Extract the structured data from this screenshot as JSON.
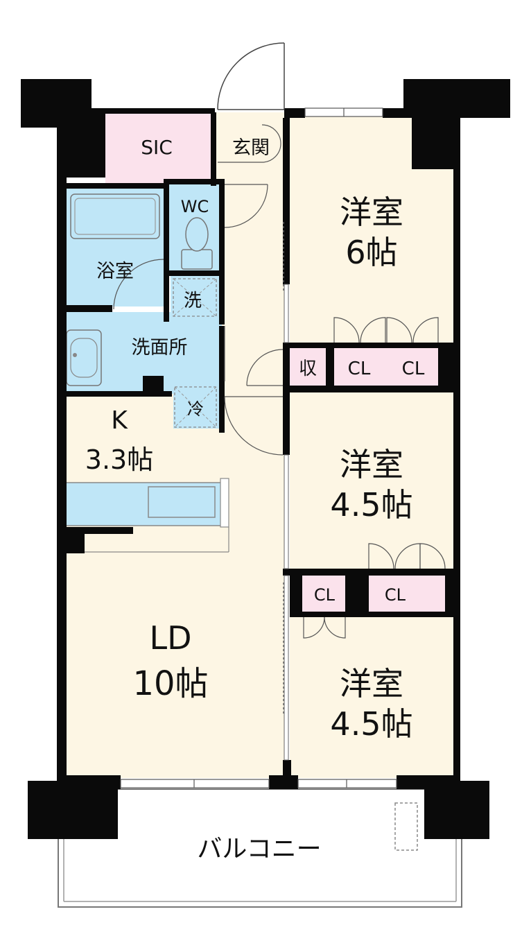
{
  "colors": {
    "wall": "#0a0a0a",
    "wet": "#bfe6f7",
    "pink": "#fbe2ec",
    "floor": "#fdf6e4",
    "window": "#ffffff",
    "outline": "#777777"
  },
  "rooms": {
    "sic": "SIC",
    "genkan": "玄関",
    "wc": "WC",
    "bath": "浴室",
    "wash_mark": "洗",
    "washroom": "洗面所",
    "fridge_mark": "冷",
    "kitchen": "K",
    "kitchen_size": "3.3帖",
    "ld": "LD",
    "ld_size": "10帖",
    "bedroom1": "洋室",
    "bedroom1_size": "6帖",
    "bedroom2": "洋室",
    "bedroom2_size": "4.5帖",
    "bedroom3": "洋室",
    "bedroom3_size": "4.5帖",
    "storage": "収",
    "closet": "CL",
    "balcony": "バルコニー"
  }
}
